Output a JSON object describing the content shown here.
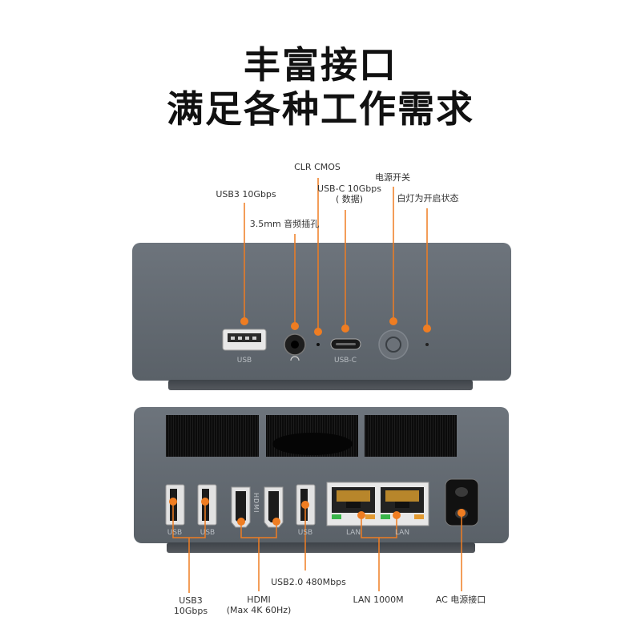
{
  "headline": {
    "line1": "丰富接口",
    "line2": "满足各种工作需求"
  },
  "front_panel": {
    "port_labels": {
      "usb": "USB",
      "usb_c": "USB-C"
    },
    "callouts": {
      "usb3": "USB3 10Gbps",
      "audio": "3.5mm 音频插孔",
      "clr_cmos": "CLR CMOS",
      "usb_c_line1": "USB-C 10Gbps",
      "usb_c_line2": "( 数据)",
      "power": "电源开关",
      "power_led": "白灯为开启状态"
    }
  },
  "rear_panel": {
    "port_labels": {
      "usb_a": "USB",
      "usb_b": "USB",
      "usb_c": "USB",
      "lan_a": "LAN",
      "lan_b": "LAN",
      "hdmi": "HDMI"
    },
    "callouts": {
      "usb3_line1": "USB3",
      "usb3_line2": "10Gbps",
      "hdmi_line1": "HDMI",
      "hdmi_line2": "(Max 4K 60Hz)",
      "usb2": "USB2.0 480Mbps",
      "lan": "LAN 1000M",
      "ac": "AC 电源接口"
    }
  },
  "colors": {
    "accent": "#ef7d22",
    "chassis": "#5c636b",
    "chassis_dark": "#4a5057",
    "port_black": "#151515"
  }
}
